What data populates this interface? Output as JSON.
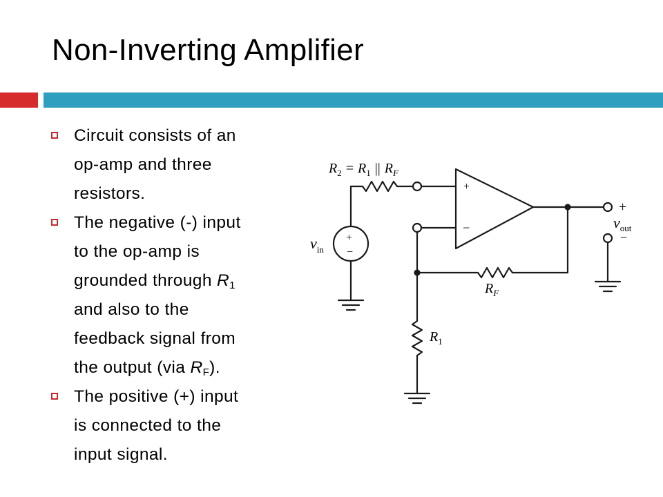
{
  "slide": {
    "title": "Non-Inverting Amplifier",
    "bullets": [
      {
        "lines": [
          "Circuit consists of an",
          "op-amp and three",
          "resistors."
        ]
      },
      {
        "lines": [
          "The negative (-) input",
          "to the op-amp is"
        ],
        "l3_pre": "grounded through ",
        "l3_var": "R",
        "l3_sub": "1",
        "lines2": [
          "and also to the",
          "feedback signal from"
        ],
        "l6_pre": "the output (via ",
        "l6_var": "R",
        "l6_sub": "F",
        "l6_post": ")."
      },
      {
        "lines": [
          "The positive (+) input",
          "is connected to the",
          "input signal."
        ]
      }
    ]
  },
  "circuit": {
    "r2_label": "R",
    "r2_sub": "2",
    "eq": "=",
    "r1_label_top": "R",
    "r1_sub_top": "1",
    "parallel": "||",
    "rf_label_top": "R",
    "rf_sub_top": "F",
    "vin_label": "v",
    "vin_sub": "in",
    "vout_label": "v",
    "vout_sub": "out",
    "rf_label": "R",
    "rf_sub": "F",
    "r1_label": "R",
    "r1_sub": "1",
    "plus": "+",
    "minus": "−",
    "opamp_plus": "+",
    "opamp_minus": "−"
  }
}
